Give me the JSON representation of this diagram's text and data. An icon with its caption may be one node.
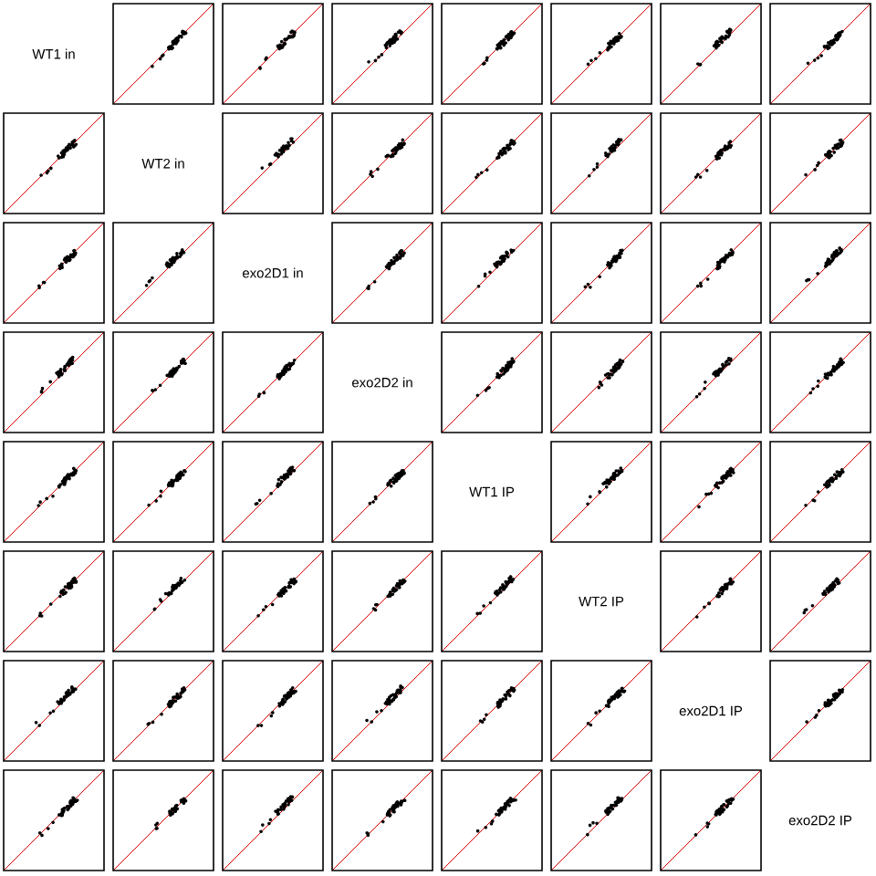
{
  "diagram": {
    "labels": [
      "WT1 in",
      "WT2 in",
      "exo2D1 in",
      "exo2D2 in",
      "WT1 IP",
      "WT2 IP",
      "exo2D1 IP",
      "exo2D2 IP"
    ]
  }
}
